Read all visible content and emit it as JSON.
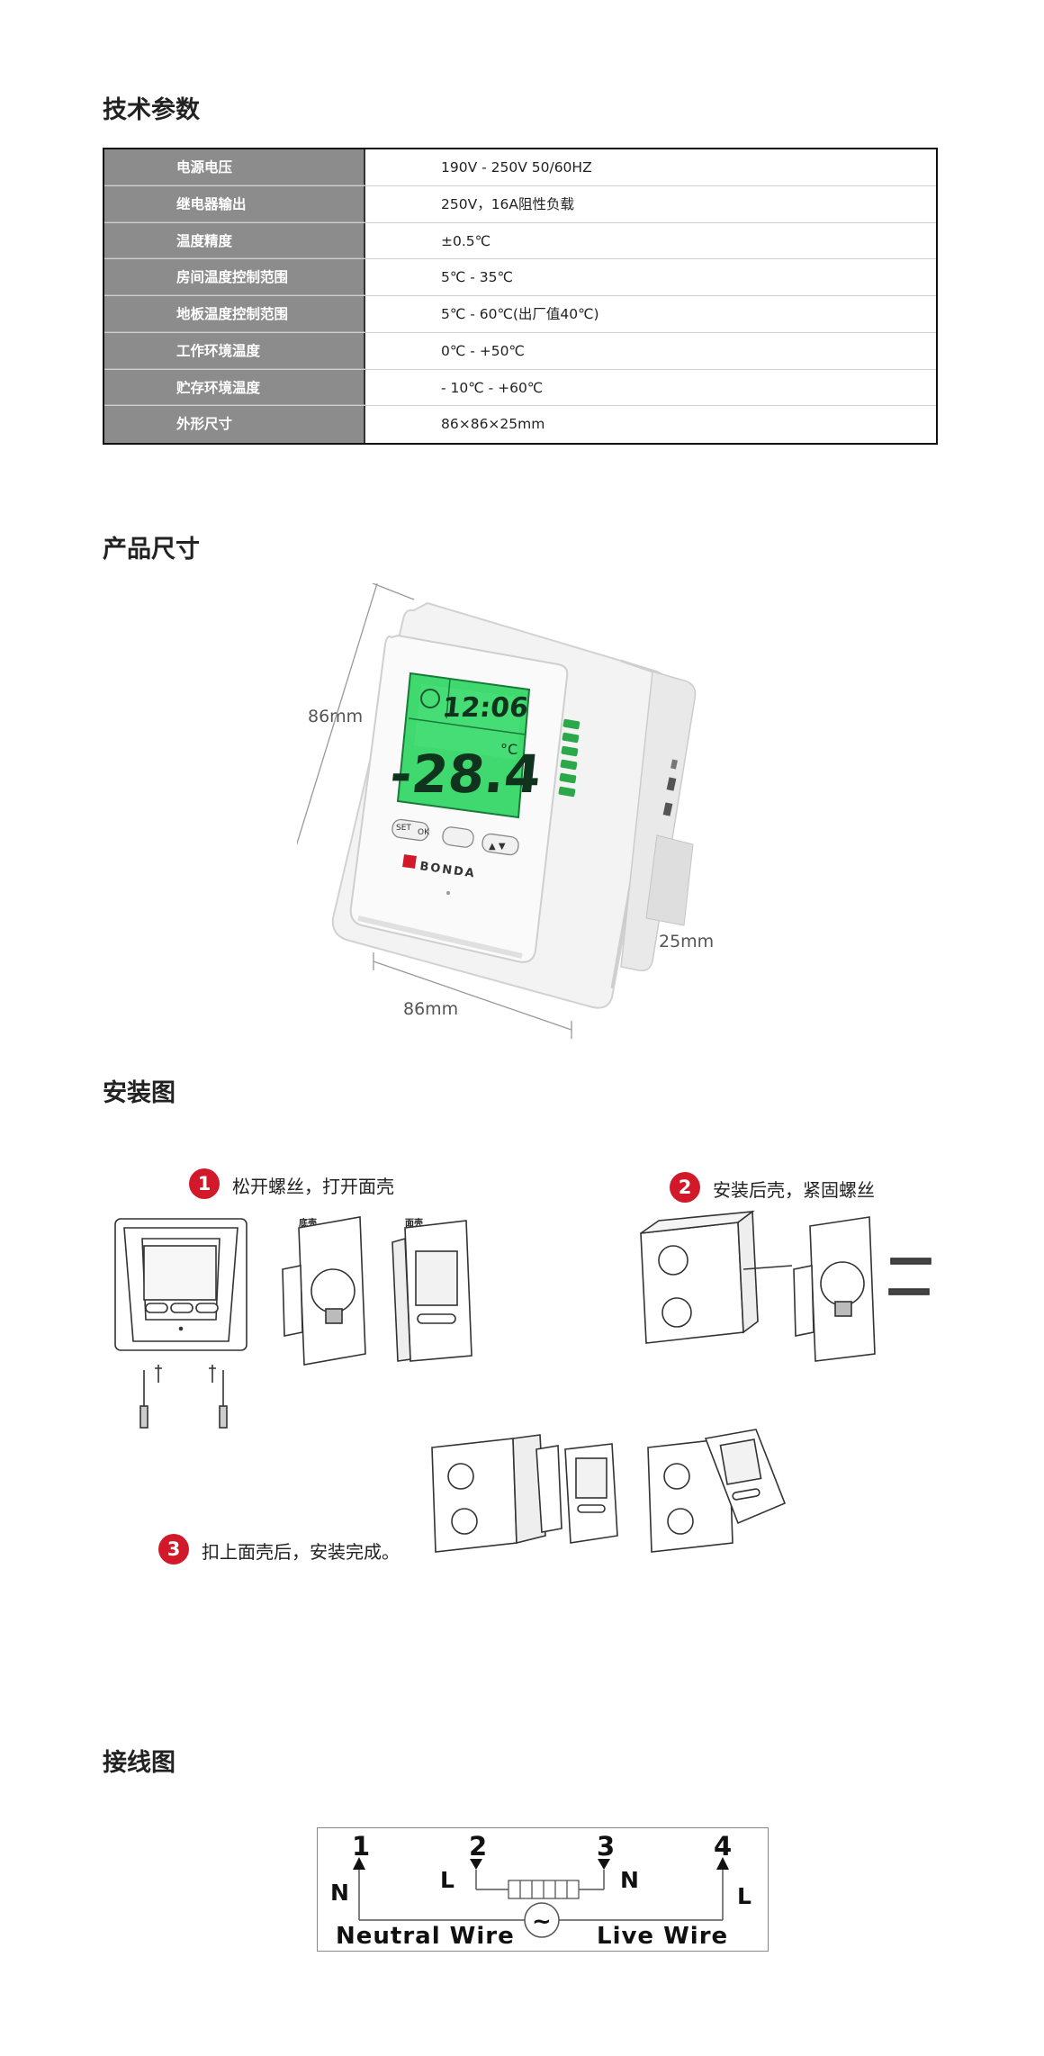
{
  "sections": {
    "specs_title": "技术参数",
    "size_title": "产品尺寸",
    "install_title": "安装图",
    "wiring_title": "接线图"
  },
  "specs": [
    {
      "label": "电源电压",
      "value": "190V - 250V 50/60HZ"
    },
    {
      "label": "继电器输出",
      "value": "250V，16A阻性负载"
    },
    {
      "label": "温度精度",
      "value": "±0.5℃"
    },
    {
      "label": "房间温度控制范围",
      "value": "5℃ - 35℃"
    },
    {
      "label": "地板温度控制范围",
      "value": "5℃ - 60℃(出厂值40℃)"
    },
    {
      "label": "工作环境温度",
      "value": "0℃ - +50℃"
    },
    {
      "label": "贮存环境温度",
      "value": " - 10℃ - +60℃"
    },
    {
      "label": "外形尺寸",
      "value": "86×86×25mm"
    }
  ],
  "dimensions": {
    "height": "86mm",
    "width": "86mm",
    "depth": "25mm"
  },
  "device": {
    "brand": "BONDA",
    "button_set": "SET",
    "button_ok": "OK",
    "lcd_time": "12:06",
    "lcd_temp": "-28.4",
    "lcd_unit": "°C",
    "colors": {
      "lcd": "#39d16a",
      "lcd_dark": "#1a7a3a",
      "brand_red": "#d1192a"
    }
  },
  "install": {
    "step1": {
      "num": "1",
      "text": "松开螺丝，打开面壳"
    },
    "step2": {
      "num": "2",
      "text": "安装后壳，紧固螺丝"
    },
    "step3": {
      "num": "3",
      "text": "扣上面壳后，安装完成。"
    },
    "label_base": "底壳",
    "label_cover": "面壳"
  },
  "wiring": {
    "terminals": [
      "1",
      "2",
      "3",
      "4"
    ],
    "marks": {
      "t1": "N",
      "t2": "L",
      "t3": "N",
      "t4": "L"
    },
    "neutral": "Neutral Wire",
    "live": "Live Wire",
    "ac_symbol": "~"
  }
}
